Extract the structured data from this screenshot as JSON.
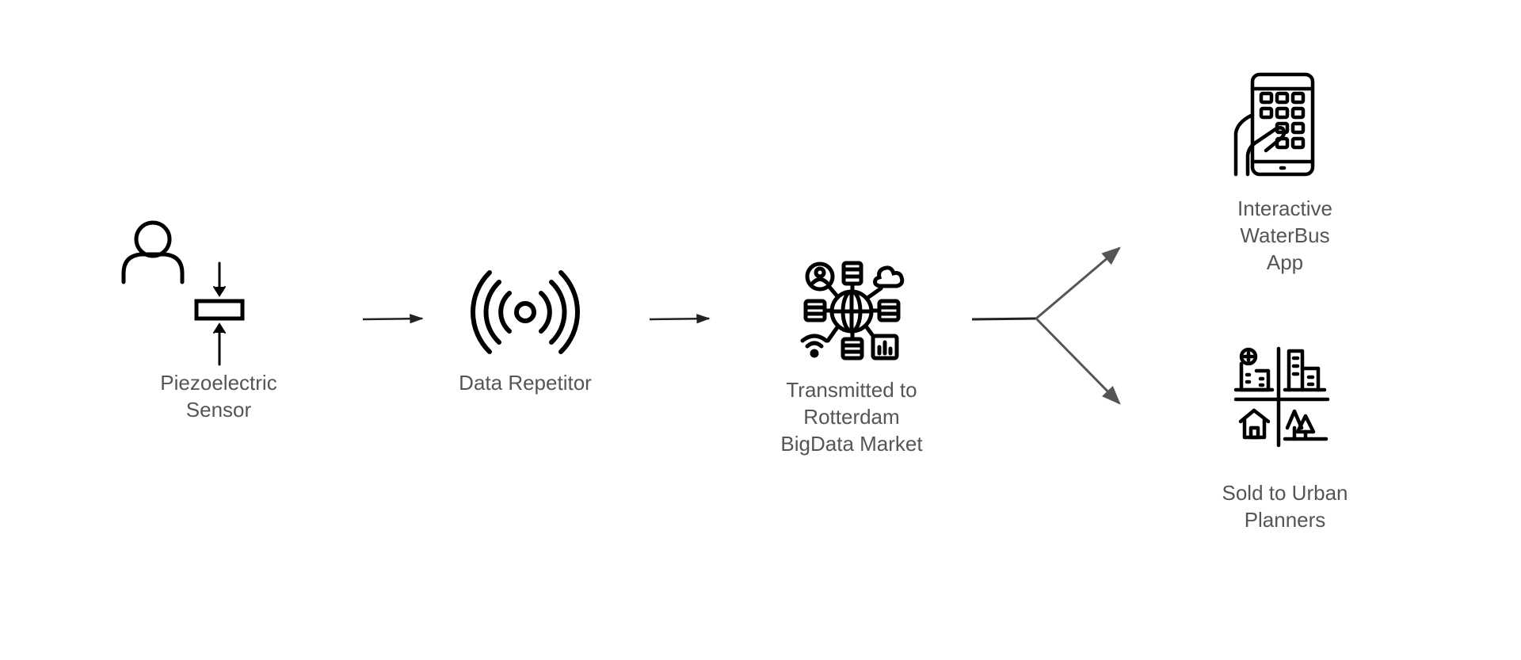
{
  "nodes": {
    "sensor": {
      "label_lines": [
        "Piezoelectric",
        "Sensor"
      ],
      "icon": "person-pressure-sensor-icon"
    },
    "repeater": {
      "label_lines": [
        "Data Repetitor"
      ],
      "icon": "signal-broadcast-icon"
    },
    "market": {
      "label_lines": [
        "Transmitted to",
        "Rotterdam",
        "BigData Market"
      ],
      "icon": "global-data-network-icon"
    },
    "app": {
      "label_lines": [
        "Interactive",
        "WaterBus",
        "App"
      ],
      "icon": "smartphone-app-icon"
    },
    "planners": {
      "label_lines": [
        "Sold to Urban",
        "Planners"
      ],
      "icon": "city-planning-icon"
    }
  },
  "colors": {
    "icon": "#000000",
    "label": "#555555",
    "arrow": "#555555"
  }
}
